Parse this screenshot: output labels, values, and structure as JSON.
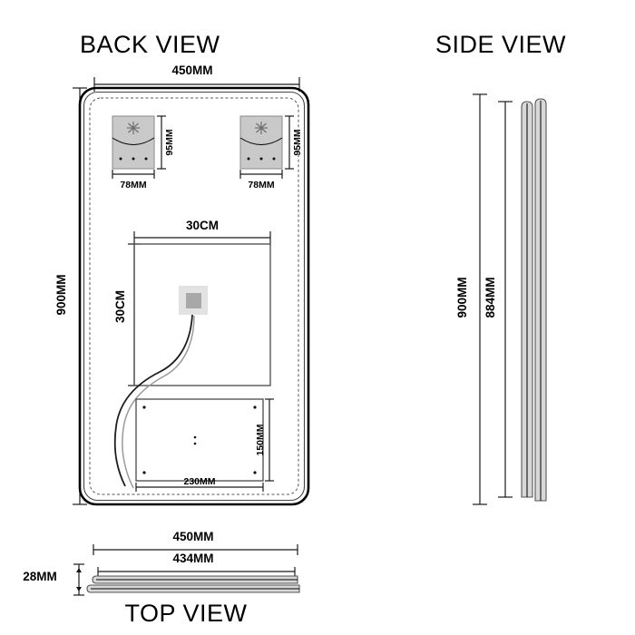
{
  "drawing": {
    "type": "technical-product-drawing",
    "subject": "LED bathroom mirror dimension drawing",
    "background_color": "#ffffff",
    "line_color": "#000000",
    "part_fill_color": "#c9c9c9"
  },
  "views": {
    "back": {
      "title": "BACK VIEW",
      "overall_width": "450MM",
      "overall_height": "900MM",
      "brackets": [
        {
          "name": "left-mounting-bracket",
          "width": "78MM",
          "height": "95MM"
        },
        {
          "name": "right-mounting-bracket",
          "width": "78MM",
          "height": "95MM"
        }
      ],
      "defogger_pad": {
        "name": "demister-pad",
        "width": "30CM",
        "height": "30CM"
      },
      "driver_box": {
        "name": "driver-box",
        "width": "230MM",
        "height": "150MM"
      }
    },
    "side": {
      "title": "SIDE VIEW",
      "overall_height": "900MM",
      "panel_height": "884MM"
    },
    "top": {
      "title": "TOP VIEW",
      "overall_width": "450MM",
      "panel_width": "434MM",
      "depth": "28MM"
    }
  }
}
